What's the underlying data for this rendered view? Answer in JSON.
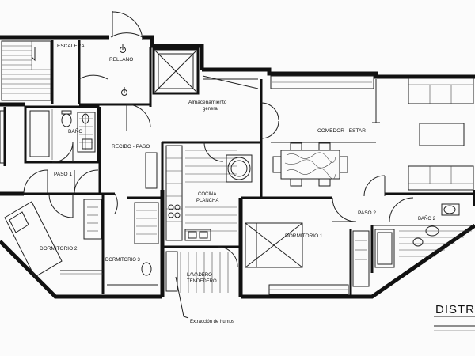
{
  "rooms": {
    "escalera": "ESCALERA",
    "rellano": "RELLANO",
    "bano_1": "BAÑO",
    "almacenamiento_line1": "Almacenamiento",
    "almacenamiento_line2": "general",
    "comedor_estar": "COMEDOR - ESTAR",
    "recibo_paso": "RECIBO - PASO",
    "paso_1": "PASO 1",
    "cocina_line1": "COCINA",
    "cocina_line2": "PLANCHA",
    "paso_2": "PASO 2",
    "bano_2": "BAÑO 2",
    "dormitorio_1": "DORMITORIO 1",
    "dormitorio_2": "DORMITORIO 2",
    "dormitorio_3": "DORMITORIO 3",
    "lavadero_line1": "LAVADERO",
    "lavadero_line2": "TENDEDERO"
  },
  "annotations": {
    "extraccion": "Extracción de humos"
  },
  "title": "DISTR"
}
